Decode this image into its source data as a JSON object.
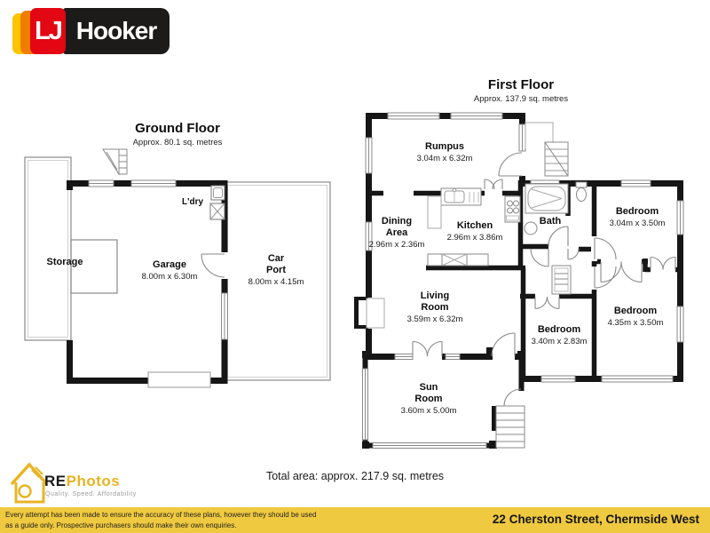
{
  "header": {
    "logo_lj": "LJ",
    "logo_hooker": "Hooker"
  },
  "ground_floor": {
    "title": "Ground Floor",
    "subtitle": "Approx. 80.1 sq. metres",
    "rooms": {
      "storage": {
        "name": "Storage"
      },
      "laundry": {
        "name": "L'dry"
      },
      "garage": {
        "name": "Garage",
        "dims": "8.00m x 6.30m"
      },
      "carport": {
        "name": "Car Port",
        "dims": "8.00m x 4.15m"
      }
    }
  },
  "first_floor": {
    "title": "First Floor",
    "subtitle": "Approx. 137.9 sq. metres",
    "rooms": {
      "rumpus": {
        "name": "Rumpus",
        "dims": "3.04m x 6.32m"
      },
      "dining": {
        "name": "Dining Area",
        "dims": "2.96m x 2.36m"
      },
      "kitchen": {
        "name": "Kitchen",
        "dims": "2.96m x 3.86m"
      },
      "bath": {
        "name": "Bath"
      },
      "bedroom1": {
        "name": "Bedroom",
        "dims": "3.04m x 3.50m"
      },
      "living": {
        "name": "Living Room",
        "dims": "3.59m x 6.32m"
      },
      "bedroom2": {
        "name": "Bedroom",
        "dims": "3.40m x 2.83m"
      },
      "bedroom3": {
        "name": "Bedroom",
        "dims": "4.35m x 3.50m"
      },
      "sunroom": {
        "name": "Sun Room",
        "dims": "3.60m x 5.00m"
      }
    }
  },
  "footer": {
    "total_area": "Total area: approx. 217.9 sq. metres",
    "disclaimer_line1": "Every attempt has been made to ensure the accuracy of these plans, however they should be used",
    "disclaimer_line2": "as a guide only.  Prospective purchasers should make their own enquiries.",
    "address": "22 Cherston Street, Chermside West",
    "rephotos_re": "RE",
    "rephotos_photos": "Photos",
    "rephotos_tagline": "Quality. Speed. Affordability"
  },
  "colors": {
    "bar_yellow": "#efc93f",
    "lj_red": "#e30613",
    "lj_orange": "#f07d00",
    "lj_yellow": "#fdc400",
    "rephotos_gold": "#e8b424"
  }
}
